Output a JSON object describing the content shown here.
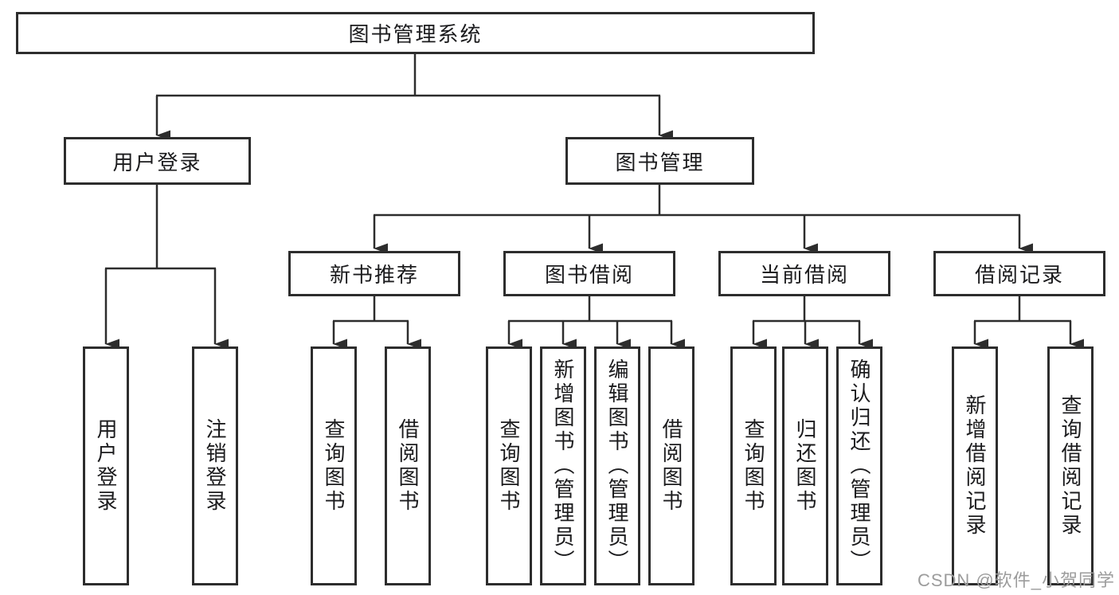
{
  "tree": {
    "label": "图书管理系统",
    "children": [
      {
        "label": "用户登录",
        "children": [
          {
            "label": "用户登录"
          },
          {
            "label": "注销登录"
          }
        ]
      },
      {
        "label": "图书管理",
        "children": [
          {
            "label": "新书推荐",
            "children": [
              {
                "label": "查询图书"
              },
              {
                "label": "借阅图书"
              }
            ]
          },
          {
            "label": "图书借阅",
            "children": [
              {
                "label": "查询图书"
              },
              {
                "label": "新增图书（管理员）"
              },
              {
                "label": "编辑图书（管理员）"
              },
              {
                "label": "借阅图书"
              }
            ]
          },
          {
            "label": "当前借阅",
            "children": [
              {
                "label": "查询图书"
              },
              {
                "label": "归还图书"
              },
              {
                "label": "确认归还（管理员）"
              }
            ]
          },
          {
            "label": "借阅记录",
            "children": [
              {
                "label": "新增借阅记录"
              },
              {
                "label": "查询借阅记录"
              }
            ]
          }
        ]
      }
    ]
  },
  "watermark": {
    "text": "CSDN @软件_小贺同学"
  },
  "colors": {
    "line": "#2d2d2d",
    "background": "#ffffff",
    "watermark_text": "#9c9c9c"
  }
}
